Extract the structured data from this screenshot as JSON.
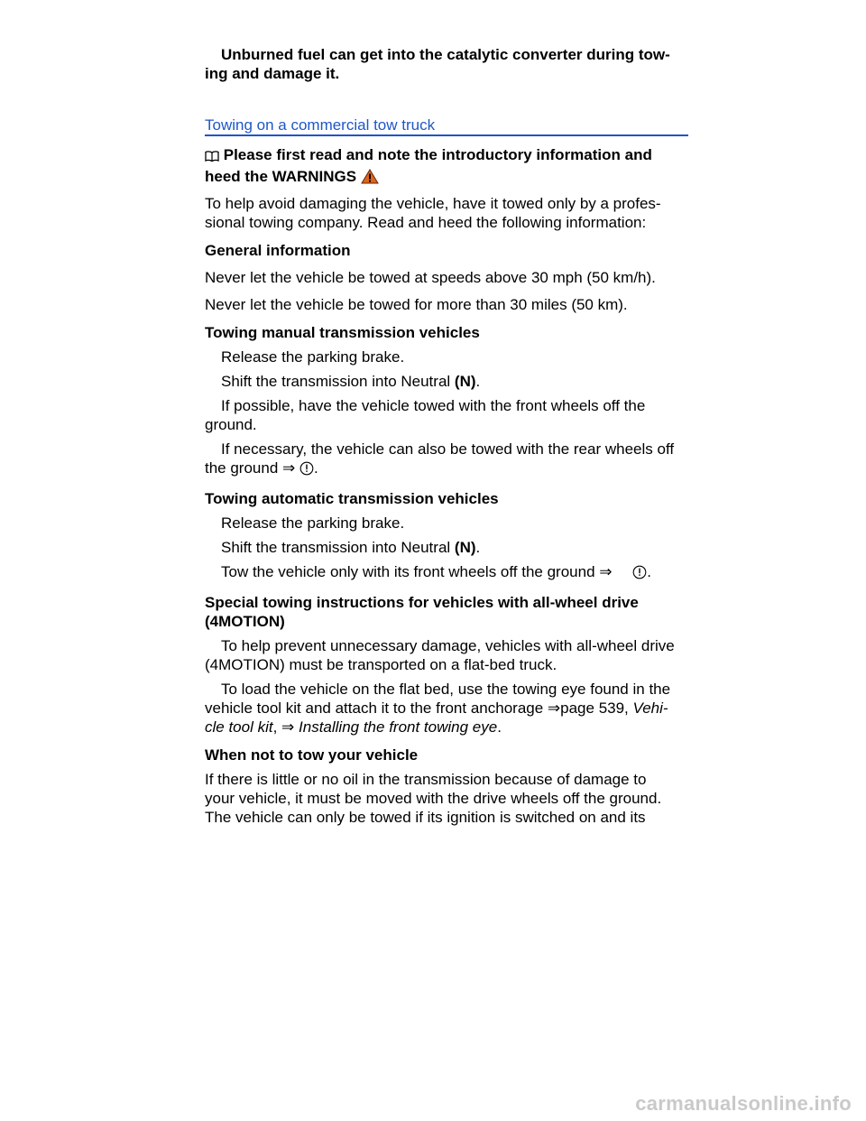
{
  "intro_note": "Unburned fuel can get into the catalytic converter during tow-ing and damage it.",
  "intro_note_line1": "Unburned fuel can get into the catalytic converter during tow-",
  "intro_note_line2": "ing and damage it.",
  "section_title": "Towing on a commercial tow truck",
  "read_note": {
    "line1": "Please first read and note the introductory information and",
    "line2": "heed the WARNINGS"
  },
  "intro_para": {
    "line1": "To help avoid damaging the vehicle, have it towed only by a profes-",
    "line2": "sional towing company. Read and heed the following information:"
  },
  "general": {
    "heading": "General information",
    "item1": "Never let the vehicle be towed at speeds above 30 mph (50 km/h).",
    "item2": "Never let the vehicle be towed for more than 30 miles (50 km)."
  },
  "manual": {
    "heading": "Towing manual transmission vehicles",
    "step1": "Release the parking brake.",
    "step2_pre": "Shift the transmission into Neutral ",
    "step2_bold": "(N)",
    "step2_post": ".",
    "step3_line1": "If possible, have the vehicle towed with the front wheels off the",
    "step3_line2": "ground.",
    "step4_line1": "If necessary, the vehicle can also be towed with the rear wheels off",
    "step4_line2": "the ground ⇒",
    "step4_end": "."
  },
  "automatic": {
    "heading": "Towing automatic transmission vehicles",
    "step1": "Release the parking brake.",
    "step2_pre": "Shift the transmission into Neutral ",
    "step2_bold": "(N)",
    "step2_post": ".",
    "step3": "Tow the vehicle only with its front wheels off the ground ⇒",
    "step3_end": "."
  },
  "awd": {
    "heading_line1": "Special towing instructions for vehicles with all-wheel drive",
    "heading_line2": "(4MOTION)",
    "step1_line1": "To help prevent unnecessary damage, vehicles with all-wheel drive",
    "step1_line2": "(4MOTION) must be transported on a flat-bed truck.",
    "step2_line1_pre": "To load the vehicle on the flat bed, use the towing eye found in the",
    "step2_line2_pre": "vehicle tool kit and attach it to the front anchorage ⇒page 539, ",
    "step2_link1a": "Vehi-",
    "step2_link1b": "cle tool kit",
    "step2_mid": ", ⇒ ",
    "step2_link2": "Installing the front towing eye",
    "step2_end": "."
  },
  "not_tow": {
    "heading": "When not to tow your vehicle",
    "line1": "If there is little or no oil in the transmission because of damage to",
    "line2": "your vehicle, it must be moved with the drive wheels off the ground.",
    "line3": "The vehicle can only be towed if its ignition is switched on and its"
  },
  "watermark": "carmanualsonline.info",
  "icons": {
    "book": "book-icon",
    "warning": "warning-triangle-icon",
    "notice": "notice-circle-icon"
  },
  "colors": {
    "heading": "#1f56c8",
    "warning": "#e0641c"
  }
}
